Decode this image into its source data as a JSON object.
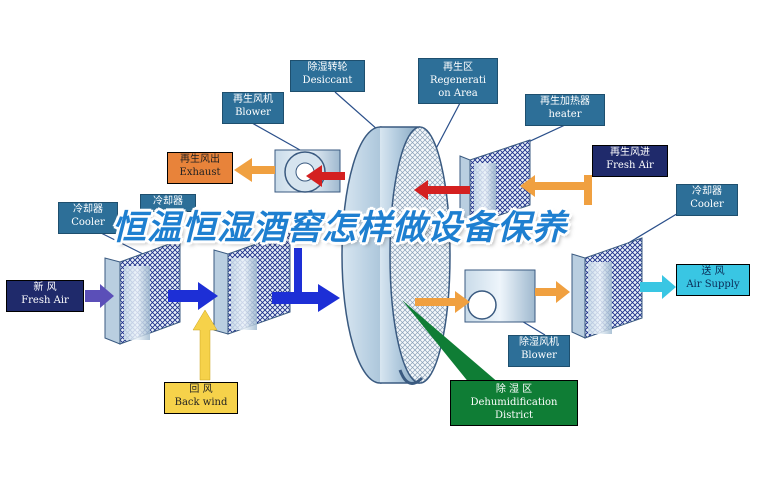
{
  "title": "恒温恒湿酒窖怎样做设备保养",
  "labels": {
    "desiccant": {
      "zh": "除湿转轮",
      "en": "Desiccant"
    },
    "regeneration": {
      "zh": "再生区",
      "en1": "Regenerati",
      "en2": "on Area"
    },
    "regen_blower": {
      "zh": "再生风机",
      "en": "Blower"
    },
    "regen_heater": {
      "zh": "再生加热器",
      "en": "heater"
    },
    "exhaust": {
      "zh": "再生风出",
      "en": "Exhaust"
    },
    "fresh_air_in": {
      "zh": "再生风进",
      "en": "Fresh Air"
    },
    "cooler_left": {
      "zh": "冷却器",
      "en": "Cooler"
    },
    "cooler_left2": {
      "zh": "冷却器"
    },
    "cooler_right": {
      "zh": "冷却器",
      "en": "Cooler"
    },
    "fresh_air": {
      "zh": "新     风",
      "en": "Fresh Air"
    },
    "air_supply": {
      "zh": "送   风",
      "en": "Air Supply"
    },
    "back_wind": {
      "zh": "回     风",
      "en": "Back wind"
    },
    "process_blower": {
      "zh": "除湿风机",
      "en": "Blower"
    },
    "dehumid": {
      "zh": "除     湿     区",
      "en1": "Dehumidification",
      "en2": "District"
    }
  },
  "colors": {
    "label_blue": "#2d6f98",
    "exhaust_orange": "#e8833a",
    "fresh_navy": "#1f2a6b",
    "supply_cyan": "#39c6e3",
    "back_yellow": "#f6d24a",
    "dehumid_green": "#0f7d35",
    "arrow_red": "#d42020",
    "arrow_blue": "#1d2fd6",
    "arrow_orange": "#f0a040",
    "title_blue": "#1e7fd0"
  }
}
